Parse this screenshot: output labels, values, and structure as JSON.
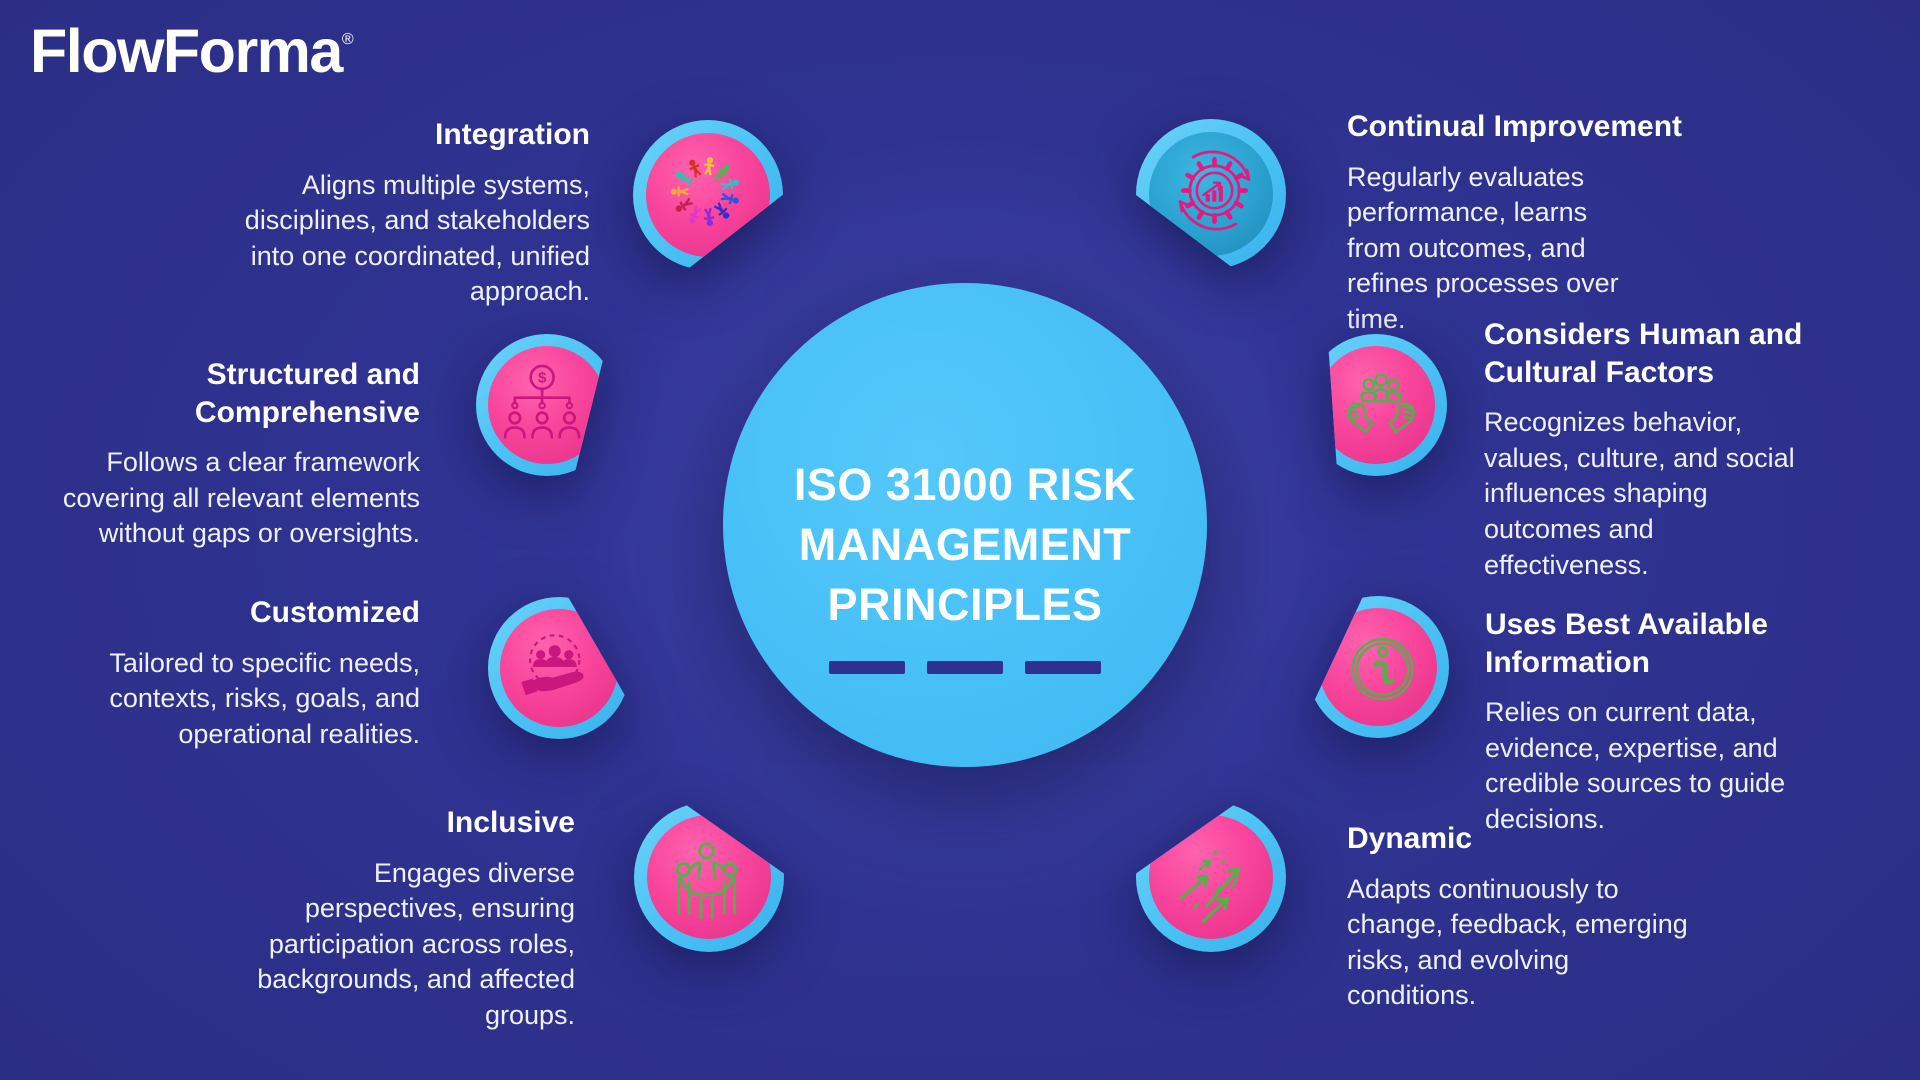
{
  "brand": {
    "logo_text": "FlowForma",
    "registered_mark": "®"
  },
  "center": {
    "title_lines": [
      "ISO 31000 RISK",
      "MANAGEMENT",
      "PRINCIPLES"
    ],
    "dash_count": 3
  },
  "principles": [
    {
      "id": "integration",
      "title": "Integration",
      "description": "Aligns multiple systems, disciplines, and stakeholders into one coordinated, unified approach.",
      "icon": "diversity-circle-icon",
      "side": "left"
    },
    {
      "id": "structured-and-comprehensive",
      "title": "Structured and Comprehensive",
      "description": "Follows a clear framework covering all relevant elements without gaps or oversights.",
      "icon": "org-chart-dollar-icon",
      "side": "left"
    },
    {
      "id": "customized",
      "title": "Customized",
      "description": "Tailored to specific needs, contexts, risks, goals, and operational realities.",
      "icon": "hand-holding-people-icon",
      "side": "left"
    },
    {
      "id": "inclusive",
      "title": "Inclusive",
      "description": "Engages diverse perspectives, ensuring participation across roles, backgrounds, and affected groups.",
      "icon": "people-together-icon",
      "side": "left"
    },
    {
      "id": "continual-improvement",
      "title": "Continual Improvement",
      "description": "Regularly evaluates performance, learns from outcomes, and refines processes over time.",
      "icon": "gear-growth-icon",
      "side": "right"
    },
    {
      "id": "considers-human-and-cultural-factors",
      "title": "Considers Human and Cultural Factors",
      "description": "Recognizes behavior, values, culture, and social influences shaping outcomes and effectiveness.",
      "icon": "hands-holding-people-icon",
      "side": "right"
    },
    {
      "id": "uses-best-available-information",
      "title": "Uses Best Available Information",
      "description": "Relies on current data, evidence, expertise, and credible sources to guide decisions.",
      "icon": "info-icon",
      "side": "right"
    },
    {
      "id": "dynamic",
      "title": "Dynamic",
      "description": "Adapts continuously to change, feedback, emerging risks, and evolving conditions.",
      "icon": "rising-arrows-icon",
      "side": "right"
    }
  ],
  "colors": {
    "background": "#2F3290",
    "center_circle": "#47C0F7",
    "badge_ring_blue": "#49C1F3",
    "badge_pink": "#F8449B",
    "badge_teal": "#2AA0CF",
    "icon_magenta": "#C9177E",
    "icon_pink_line": "#E5197F",
    "icon_green": "#53B04D",
    "text_white": "#FFFFFF",
    "dash": "#2E3190",
    "diversity_figures": [
      "#F2A93B",
      "#31BFAE",
      "#D93025",
      "#F5C242",
      "#3FBF4F",
      "#2FC0C9",
      "#2E55E0",
      "#2B2FD4",
      "#8A2BE2",
      "#E437C8",
      "#C2224E"
    ]
  }
}
